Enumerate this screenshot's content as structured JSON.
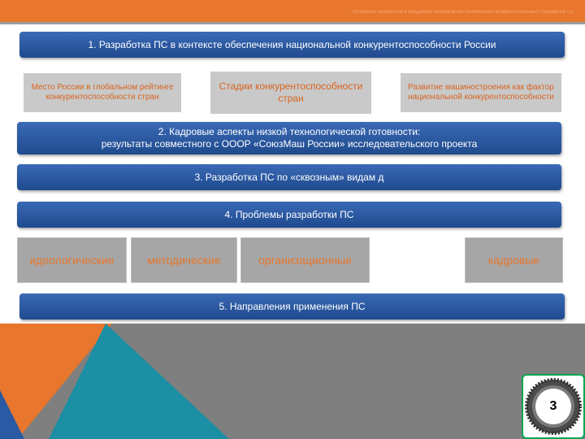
{
  "header": {
    "faint_title": "Проблемы разработки и внедрения направлений применения профессиональных стандартов  ПС"
  },
  "sections": {
    "s1": "1. Разработка ПС в контексте обеспечения национальной конкурентоспособности России",
    "s2_line1": "2. Кадровые аспекты низкой технологической готовности:",
    "s2_line2": "результаты совместного с ОООР «СоюзМаш России» исследовательского проекта",
    "s3": "3. Разработка ПС по «сквозным» видам д",
    "s4": "4. Проблемы разработки ПС",
    "s5": "5. Направления применения ПС"
  },
  "sub_boxes": {
    "left": "Место России в глобальном рейтинге конкурентоспособности стран",
    "center": "Стадии конкурентоспособности стран",
    "right": "Развитие машиностроения как фактор национальной конкурентоспособности"
  },
  "problem_categories": [
    "идеологические",
    "методические",
    "организационные",
    "кадровые"
  ],
  "page_number": "3",
  "colors": {
    "accent_orange": "#e8762c",
    "banner_blue": "#2a5aa3",
    "subbox_grey": "#c9c9c9",
    "category_grey": "#a6a6a6",
    "footer_grey": "#7f7f7f",
    "footer_teal": "#1b8fa3",
    "badge_green": "#00a650"
  },
  "icons": {
    "badge": "gear-icon"
  }
}
